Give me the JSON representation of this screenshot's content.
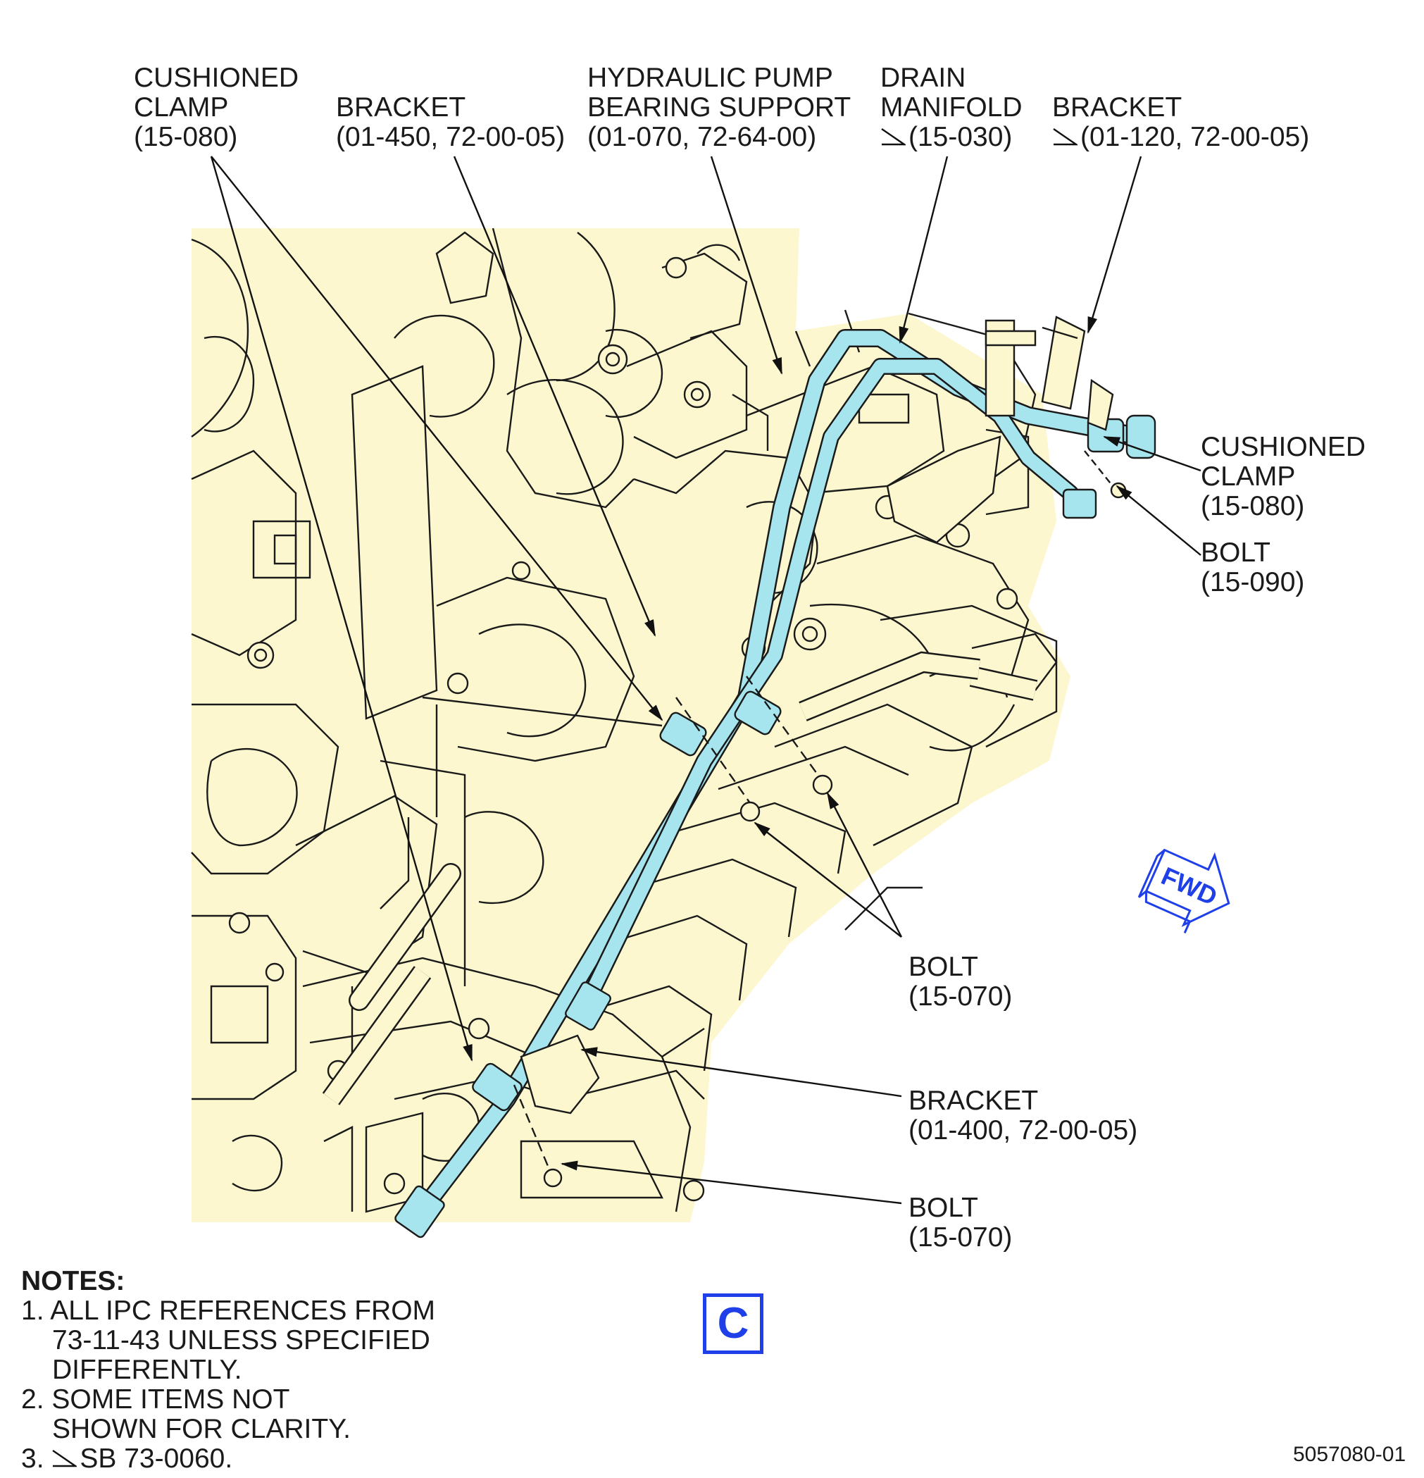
{
  "callouts": [
    {
      "id": "cushioned-clamp-left",
      "lines": [
        "CUSHIONED",
        "CLAMP",
        "(15-080)"
      ],
      "sb_mark": false
    },
    {
      "id": "bracket-01-450",
      "lines": [
        "BRACKET",
        "(01-450, 72-00-05)"
      ],
      "sb_mark": false
    },
    {
      "id": "hydraulic-pump-bearing-support",
      "lines": [
        "HYDRAULIC PUMP",
        "BEARING SUPPORT",
        "(01-070, 72-64-00)"
      ],
      "sb_mark": false
    },
    {
      "id": "drain-manifold",
      "lines": [
        "DRAIN",
        "MANIFOLD",
        "(15-030)"
      ],
      "sb_mark": true
    },
    {
      "id": "bracket-01-120",
      "lines": [
        "BRACKET",
        "(01-120, 72-00-05)"
      ],
      "sb_mark": true
    },
    {
      "id": "cushioned-clamp-right",
      "lines": [
        "CUSHIONED",
        "CLAMP",
        "(15-080)"
      ],
      "sb_mark": false
    },
    {
      "id": "bolt-15-090",
      "lines": [
        "BOLT",
        "(15-090)"
      ],
      "sb_mark": false
    },
    {
      "id": "bolt-15-070-upper",
      "lines": [
        "BOLT",
        "(15-070)"
      ],
      "sb_mark": false
    },
    {
      "id": "bracket-01-400",
      "lines": [
        "BRACKET",
        "(01-400, 72-00-05)"
      ],
      "sb_mark": false
    },
    {
      "id": "bolt-15-070-lower",
      "lines": [
        "BOLT",
        "(15-070)"
      ],
      "sb_mark": false
    }
  ],
  "notes": {
    "title": "NOTES:",
    "items": [
      {
        "num": "1.",
        "lines": [
          "ALL IPC REFERENCES FROM",
          "73-11-43 UNLESS SPECIFIED",
          "DIFFERENTLY."
        ],
        "sb_mark": false
      },
      {
        "num": "2.",
        "lines": [
          "SOME ITEMS NOT",
          "SHOWN FOR CLARITY."
        ],
        "sb_mark": false
      },
      {
        "num": "3.",
        "lines": [
          "SB 73-0060."
        ],
        "sb_mark": true
      }
    ]
  },
  "view_label": "C",
  "direction_label": "FWD",
  "figure_number": "5057080-01",
  "colors": {
    "background_fill": "#fcf7cf",
    "tube": "#a6e4ee",
    "tube_outline": "#1a1a1a",
    "accent_blue": "#1f3fe8",
    "line": "#111111"
  }
}
